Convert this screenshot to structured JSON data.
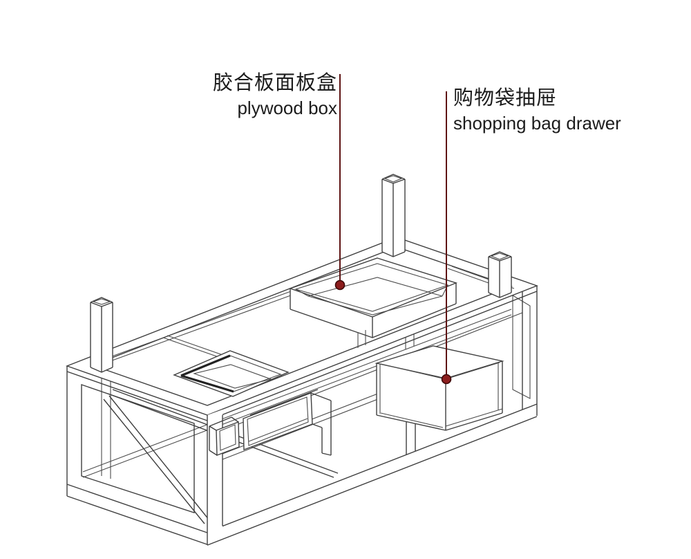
{
  "diagram": {
    "background_color": "#ffffff",
    "drawing_line_color": "#3f3f3f",
    "leader_line_color": "#5e1313",
    "leader_dot_color": "#8c1d1d",
    "leader_dot_outline": "#3c0808",
    "labels": {
      "plywood_box": {
        "zh": "胶合板面板盒",
        "en": "plywood box"
      },
      "shopping_bag_drawer": {
        "zh": "购物袋抽屉",
        "en": "shopping bag drawer"
      }
    }
  }
}
